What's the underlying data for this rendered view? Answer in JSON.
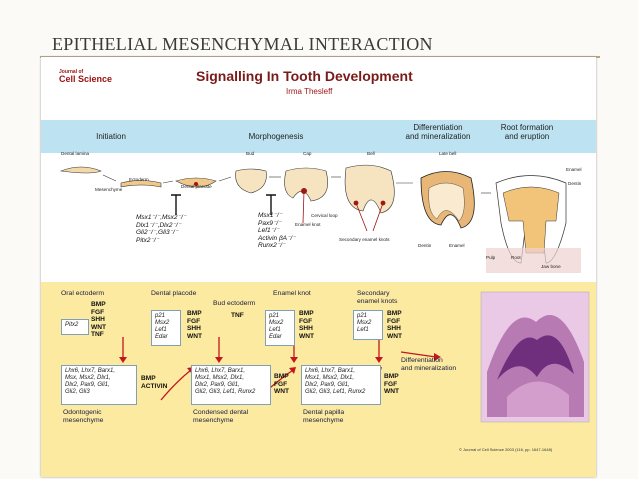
{
  "slide_title": "EPITHELIAL MESENCHYMAL INTERACTION",
  "poster": {
    "journal_line1": "Journal of",
    "journal_line2": "Cell Science",
    "title": "Signalling In Tooth Development",
    "author": "Irma Thesleff",
    "stages": [
      "Initiation",
      "Morphogenesis",
      "Differentiation\nand mineralization",
      "Root formation\nand eruption"
    ],
    "small_labels": {
      "dental_lamina": "Dental lamina",
      "ectoderm": "Ectoderm",
      "mesenchyme": "Mesenchyme",
      "dental_placode": "Dental placode",
      "bud": "Bud",
      "cap": "Cap",
      "bell": "Bell",
      "late_bell": "Late bell",
      "enamel": "Enamel",
      "dentin": "Dentin",
      "cervical_loop": "Cervical loop",
      "enamel_knot": "Enamel knot",
      "secondary_enamel_knots": "Secondary enamel knots",
      "dentin2": "Dentin",
      "enamel2": "Enamel",
      "pulp": "Pulp",
      "root": "Root",
      "jaw_bone": "Jaw bone"
    },
    "mutants_1": "Msx1⁻/⁻,Msx2⁻/⁻\nDlx1⁻/⁻,Dlx2⁻/⁻\nGli2⁻/⁻,Gli3⁻/⁻\nPitx2⁻/⁻",
    "mutants_2": "Msx1⁻/⁻\nPax9⁻/⁻\nLef1⁻/⁻\nActivin βA⁻/⁻\nRunx2⁻/⁻",
    "bottom": {
      "oral_ectoderm": "Oral ectoderm",
      "dental_placode": "Dental placode",
      "bud_ectoderm": "Bud ectoderm",
      "enamel_knot": "Enamel knot",
      "secondary_knots": "Secondary\nenamel knots",
      "pitx2": "Pitx2",
      "sig_oral": "BMP\nFGF\nSHH\nWNT\nTNF",
      "box_placode": "p21\nMsx2\nLef1\nEdar",
      "sig_placode": "BMP\nFGF\nSHH\nWNT",
      "sig_bud": "TNF",
      "box_knot": "p21\nMsx2\nLef1\nEdar",
      "sig_knot": "BMP\nFGF\nSHH\nWNT",
      "box_secondary": "p21\nMsx2\nLef1",
      "sig_secondary": "BMP\nFGF\nSHH\nWNT",
      "box_odonto": "Lhx6, Lhx7, Barx1,\nMsx, Msx2, Dlx1,\nDlx2, Pax9, Gli1,\nGli2, Gli3",
      "sig_odonto": "BMP\nACTIVIN",
      "odonto_label": "Odontogenic\nmesenchyme",
      "box_condensed": "Lhx6, Lhx7, Barx1,\nMsx1, Msx2, Dlx1,\nDlx2, Pax9, Gli1,\nGli2, Gli3, Lef1, Runx2",
      "sig_condensed": "BMP\nFGF\nWNT",
      "condensed_label": "Condensed dental\nmesenchyme",
      "box_papilla": "Lhx6, Lhx7, Barx1,\nMsx1, Msx2, Dlx1,\nDlx2, Pax9, Gli1,\nGli2, Gli3, Lef1, Runx2",
      "sig_papilla": "BMP\nFGF\nWNT",
      "papilla_label": "Dental papilla\nmesenchyme",
      "diff_label": "Differentiation\nand mineralization",
      "credit": "© Journal of Cell Science 2003 (116, pp. 1647-1648)"
    }
  }
}
